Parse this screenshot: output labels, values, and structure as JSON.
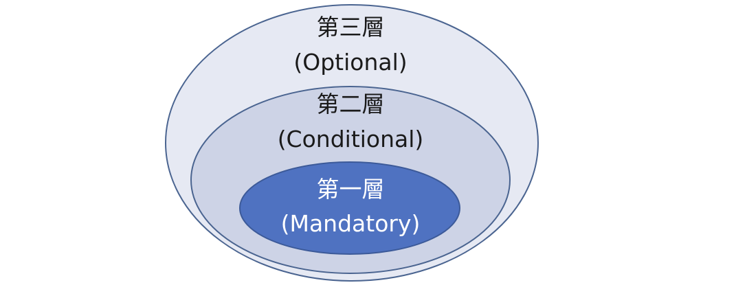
{
  "diagram": {
    "layers": [
      {
        "id": "outer",
        "title": "第三層",
        "subtitle": "(Optional)",
        "fill": "#e6e9f3",
        "stroke": "#4a6490"
      },
      {
        "id": "middle",
        "title": "第二層",
        "subtitle": "(Conditional)",
        "fill": "#cdd3e6",
        "stroke": "#4a6490"
      },
      {
        "id": "inner",
        "title": "第一層",
        "subtitle": "(Mandatory)",
        "fill": "#4f72c1",
        "stroke": "#3c5a99"
      }
    ]
  }
}
